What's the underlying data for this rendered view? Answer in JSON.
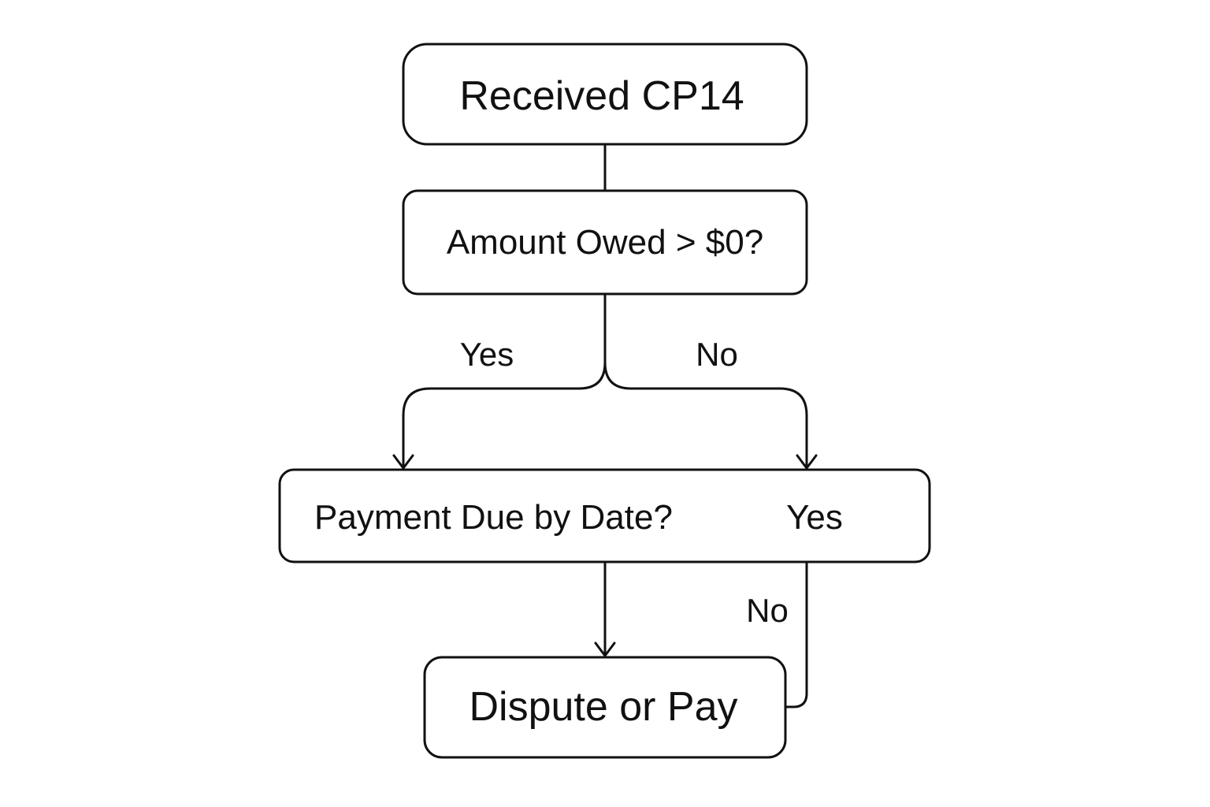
{
  "nodes": {
    "received": {
      "label": "Received CP14"
    },
    "amount_owed": {
      "label": "Amount Owed > $0?"
    },
    "payment_due": {
      "label": "Payment Due by Date?",
      "inline_label": "Yes"
    },
    "dispute_or_pay": {
      "label": "Dispute or Pay"
    }
  },
  "edges": {
    "amount_yes": {
      "label": "Yes"
    },
    "amount_no": {
      "label": "No"
    },
    "payment_no": {
      "label": "No"
    }
  }
}
